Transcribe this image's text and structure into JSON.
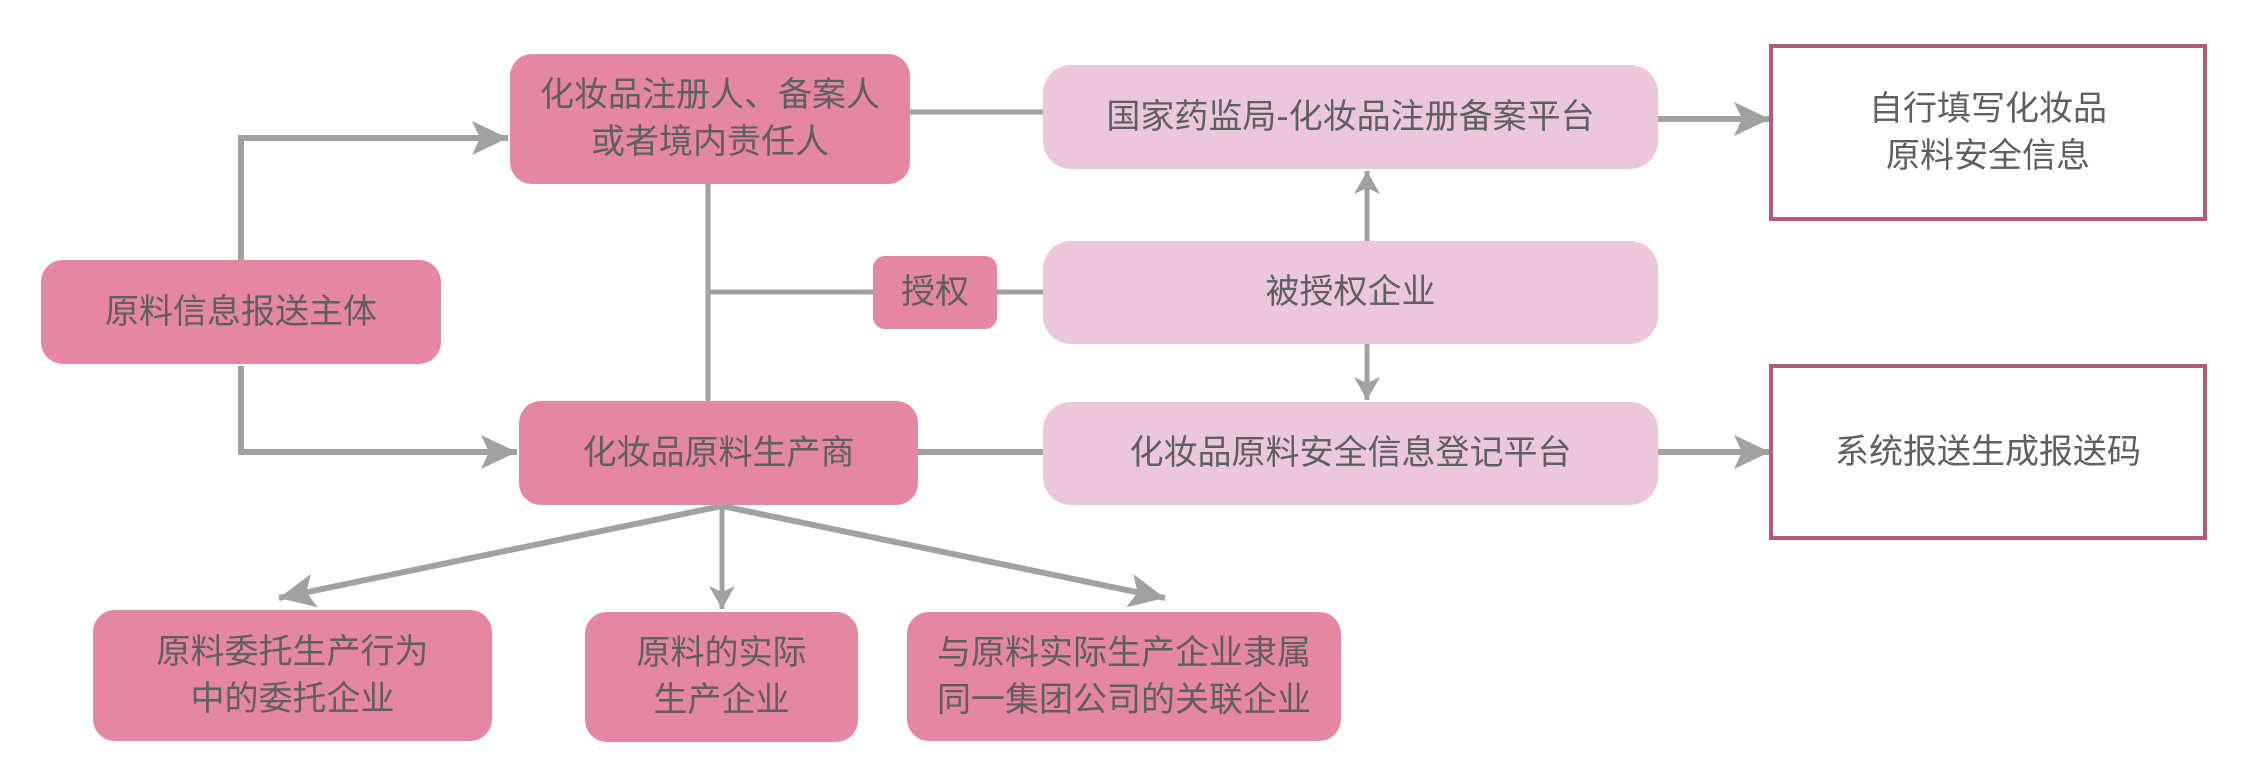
{
  "diagram": {
    "title": "化妆品原料安全信息报送流程",
    "colors": {
      "primary_node": "#e586a2",
      "platform_node": "#ebc7dc",
      "result_border": "#b85b7a",
      "connector": "#a0a2a0",
      "text": "#5f5f5f"
    },
    "nodes": {
      "subject": "原料信息报送主体",
      "registrant": "化妆品注册人、备案人\n或者境内责任人",
      "producer": "化妆品原料生产商",
      "authorize": "授权",
      "nmpa_platform": "国家药监局-化妆品注册备案平台",
      "authorized_enterprise": "被授权企业",
      "safety_platform": "化妆品原料安全信息登记平台",
      "result_self_fill": "自行填写化妆品\n原料安全信息",
      "result_code": "系统报送生成报送码",
      "entrusted_enterprise": "原料委托生产行为\n中的委托企业",
      "actual_producer": "原料的实际\n生产企业",
      "affiliated_enterprise": "与原料实际生产企业隶属\n同一集团公司的关联企业"
    },
    "edges": [
      {
        "from": "subject",
        "to": "registrant",
        "arrow": true
      },
      {
        "from": "subject",
        "to": "producer",
        "arrow": true
      },
      {
        "from": "registrant",
        "to": "nmpa_platform",
        "arrow": false
      },
      {
        "from": "registrant",
        "to": "producer",
        "arrow": false
      },
      {
        "from": "registrant-producer",
        "to": "authorize",
        "arrow": false
      },
      {
        "from": "authorize",
        "to": "authorized_enterprise",
        "arrow": false
      },
      {
        "from": "authorized_enterprise",
        "to": "nmpa_platform",
        "arrow": true
      },
      {
        "from": "authorized_enterprise",
        "to": "safety_platform",
        "arrow": true
      },
      {
        "from": "producer",
        "to": "safety_platform",
        "arrow": false
      },
      {
        "from": "nmpa_platform",
        "to": "result_self_fill",
        "arrow": true
      },
      {
        "from": "safety_platform",
        "to": "result_code",
        "arrow": true
      },
      {
        "from": "producer",
        "to": "entrusted_enterprise",
        "arrow": true
      },
      {
        "from": "producer",
        "to": "actual_producer",
        "arrow": true
      },
      {
        "from": "producer",
        "to": "affiliated_enterprise",
        "arrow": true
      }
    ]
  }
}
